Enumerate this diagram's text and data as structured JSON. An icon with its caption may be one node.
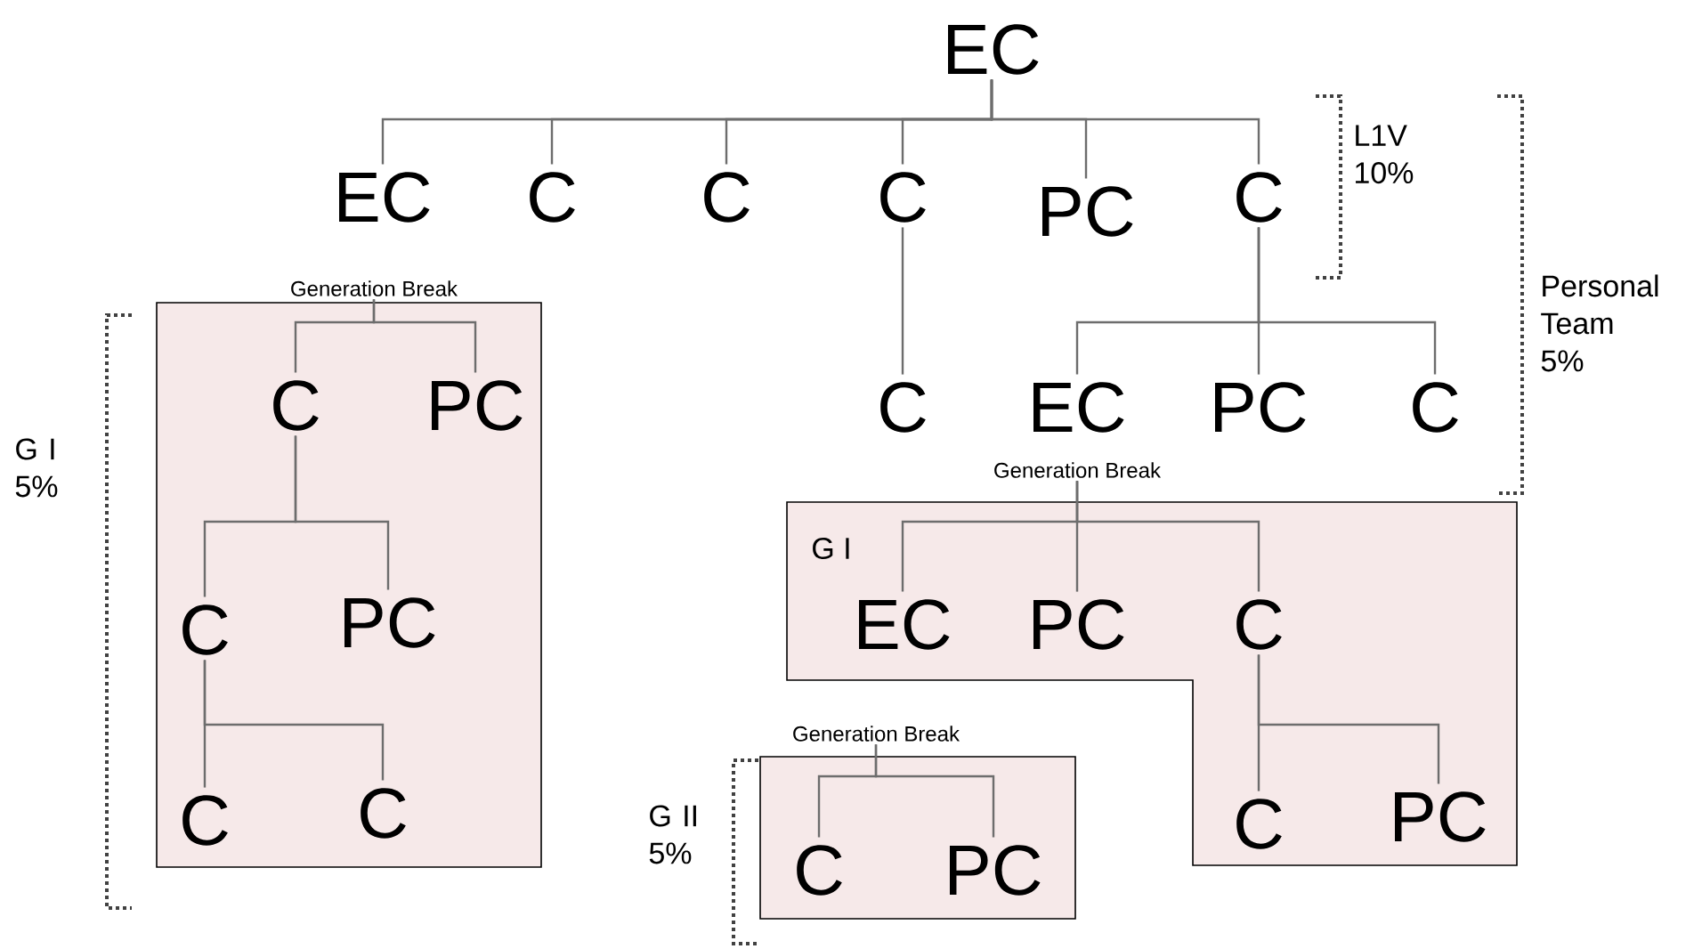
{
  "diagram": {
    "nodes": [
      {
        "text": [
          "EC"
        ]
      },
      {
        "text": [
          "EC"
        ]
      },
      {
        "text": [
          "C"
        ]
      },
      {
        "text": [
          "C"
        ]
      },
      {
        "text": [
          "C"
        ]
      },
      {
        "text": [
          "PC"
        ]
      },
      {
        "text": [
          "C"
        ]
      },
      {
        "text": [
          "C"
        ]
      },
      {
        "text": [
          "EC"
        ]
      },
      {
        "text": [
          "PC"
        ]
      },
      {
        "text": [
          "C"
        ]
      },
      {
        "text": [
          "Generation Break"
        ]
      },
      {
        "text": [],
        "shape": "box"
      },
      {
        "text": [
          "C"
        ],
        "in": 12
      },
      {
        "text": [
          "PC"
        ],
        "in": 12
      },
      {
        "text": [
          "C"
        ],
        "in": 12
      },
      {
        "text": [
          "PC"
        ],
        "in": 12
      },
      {
        "text": [
          "C"
        ],
        "in": 12
      },
      {
        "text": [
          "C"
        ],
        "in": 12
      },
      {
        "text": [
          "Generation Break"
        ]
      },
      {
        "text": [
          "G I"
        ]
      },
      {
        "text": [
          "EC"
        ],
        "in": 20
      },
      {
        "text": [
          "PC"
        ],
        "in": 20
      },
      {
        "text": [
          "C"
        ],
        "in": 20
      },
      {
        "text": [
          "C"
        ],
        "in": 20
      },
      {
        "text": [
          "PC"
        ],
        "in": 20
      },
      {
        "text": [
          "Generation Break"
        ]
      },
      {
        "text": [],
        "shape": "box"
      },
      {
        "text": [
          "C"
        ],
        "in": 27
      },
      {
        "text": [
          "PC"
        ],
        "in": 27
      }
    ],
    "edges": [
      {
        "from": 0,
        "to": 1,
        "arrow": "none"
      },
      {
        "from": 0,
        "to": 2,
        "arrow": "none"
      },
      {
        "from": 0,
        "to": 3,
        "arrow": "none"
      },
      {
        "from": 0,
        "to": 4,
        "arrow": "none"
      },
      {
        "from": 0,
        "to": 5,
        "arrow": "none"
      },
      {
        "from": 0,
        "to": 6,
        "arrow": "none"
      },
      {
        "from": 4,
        "to": 7,
        "arrow": "none"
      },
      {
        "from": 6,
        "to": 8,
        "arrow": "none"
      },
      {
        "from": 6,
        "to": 9,
        "arrow": "none"
      },
      {
        "from": 6,
        "to": 10,
        "arrow": "none"
      },
      {
        "from": 11,
        "to": 13,
        "arrow": "none"
      },
      {
        "from": 11,
        "to": 14,
        "arrow": "none"
      },
      {
        "from": 13,
        "to": 15,
        "arrow": "none"
      },
      {
        "from": 13,
        "to": 16,
        "arrow": "none"
      },
      {
        "from": 15,
        "to": 17,
        "arrow": "none"
      },
      {
        "from": 15,
        "to": 18,
        "arrow": "none"
      },
      {
        "from": 19,
        "to": 21,
        "arrow": "none"
      },
      {
        "from": 19,
        "to": 22,
        "arrow": "none"
      },
      {
        "from": 19,
        "to": 23,
        "arrow": "none"
      },
      {
        "from": 23,
        "to": 24,
        "arrow": "none"
      },
      {
        "from": 23,
        "to": 25,
        "arrow": "none"
      },
      {
        "from": 26,
        "to": 28,
        "arrow": "none"
      },
      {
        "from": 26,
        "to": 29,
        "arrow": "none"
      }
    ],
    "labels": [
      "L1V 10%",
      "Personal Team 5%",
      "G I 5%",
      "G II 5%"
    ]
  }
}
